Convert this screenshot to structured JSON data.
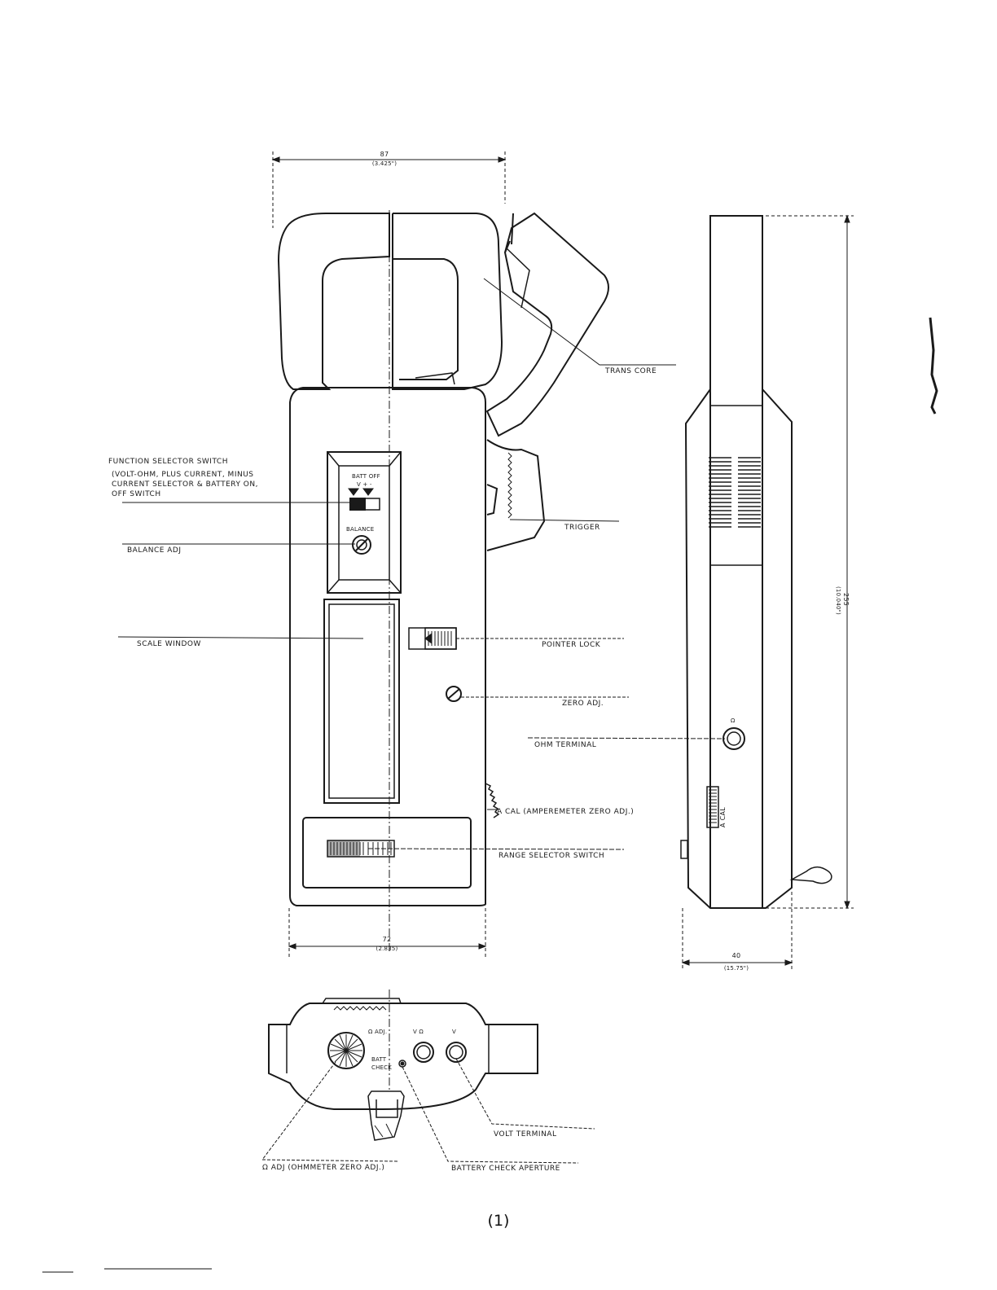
{
  "front_view": {
    "width_dim": {
      "mm": "87",
      "inch": "(3.425\")"
    },
    "base_dim": {
      "mm": "72",
      "inch": "(2.835)"
    },
    "panel": {
      "batt_off": "BATT OFF",
      "modes": "V  +  -",
      "balance": "BALANCE"
    }
  },
  "side_view": {
    "height_dim": {
      "mm": "255",
      "inch": "(10.040\")"
    },
    "depth_dim": {
      "mm": "40",
      "inch": "(15.75\")"
    },
    "ohm_symbol": "Ω",
    "acal": "A  CAL"
  },
  "bottom_view": {
    "ohm_adj": "Ω ADJ.",
    "v_ohm": "V  Ω",
    "v": "V",
    "batt_check": "BATT\nCHECK"
  },
  "callouts": {
    "trans_core": "TRANS CORE",
    "function_selector_title": "FUNCTION SELECTOR SWITCH",
    "function_selector_line1": "(VOLT-OHM, PLUS CURRENT, MINUS",
    "function_selector_line2": "CURRENT SELECTOR & BATTERY ON,",
    "function_selector_line3": "OFF SWITCH",
    "trigger": "TRIGGER",
    "balance_adj": "BALANCE ADJ",
    "scale_window": "SCALE WINDOW",
    "pointer_lock": "POINTER LOCK",
    "zero_adj": "ZERO ADJ.",
    "ohm_terminal": "OHM TERMINAL",
    "a_cal": "A CAL (AMPEREMETER ZERO ADJ.)",
    "range_selector": "RANGE SELECTOR SWITCH",
    "volt_terminal": "VOLT TERMINAL",
    "ohm_adj_ohmmeter": "Ω ADJ (OHMMETER ZERO ADJ.)",
    "battery_check_aperture": "BATTERY CHECK APERTURE"
  },
  "page_number": "(1)"
}
